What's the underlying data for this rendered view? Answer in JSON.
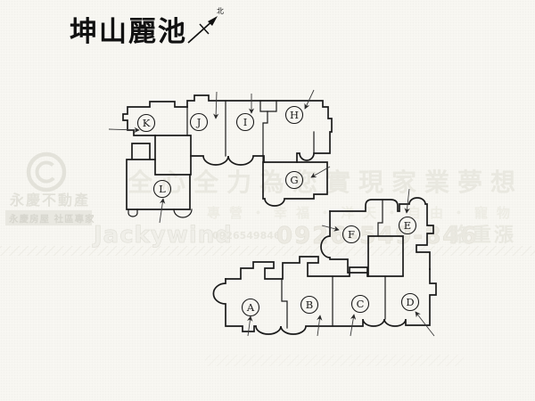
{
  "title": "坤山麗池",
  "compass": {
    "north_label": "北"
  },
  "plan": {
    "letters": [
      "K",
      "J",
      "I",
      "H",
      "L",
      "G",
      "F",
      "E",
      "A",
      "B",
      "C",
      "D"
    ]
  },
  "watermark": {
    "brand": "永慶不動產",
    "brand_band": "永慶房屋 社區專家",
    "slogan": "全心全力為您實現家業夢想",
    "line2": "專營・幸福・洋天・自由・寵物",
    "agent": "Jackywind",
    "phone_small": "0926549846",
    "phone": "0926-549-846",
    "phone_suffix": "賂重漲",
    "colors": {
      "ink": "#1b1b1b",
      "watermark_gray": "#e7e6de"
    }
  }
}
